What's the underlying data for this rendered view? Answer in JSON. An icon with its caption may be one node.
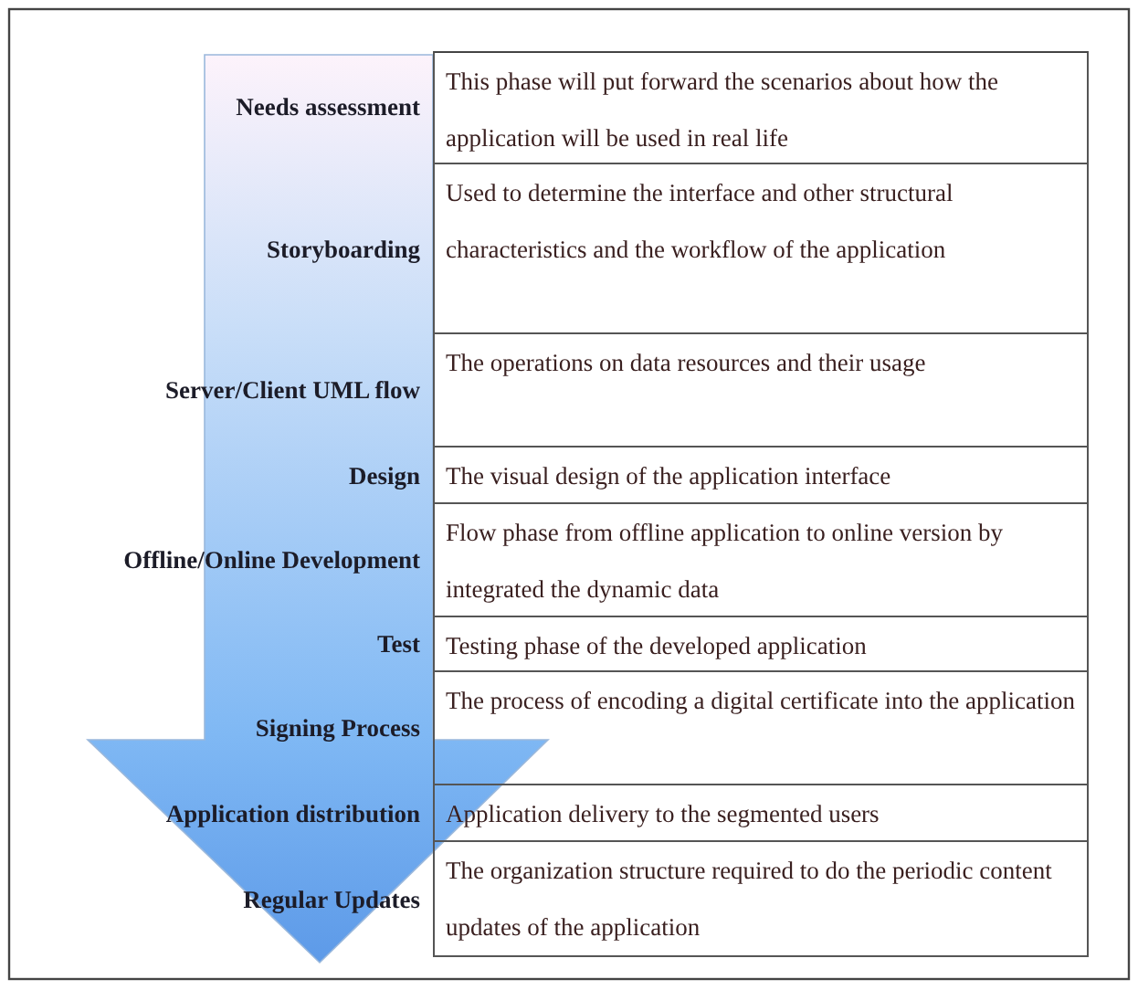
{
  "diagram": {
    "labels": [
      "Needs assessment",
      "This phase will put forward the scenarios about how the application will be used in real life",
      "Storyboarding",
      "Used to determine the interface and other structural characteristics and the workflow of the application",
      "Server/Client UML flow",
      "The operations on data resources and their usage",
      "Design",
      "The visual design of the application interface",
      "Offline/Online Development",
      "Flow phase from offline application to online version by integrated the dynamic data",
      "Test",
      "Testing phase of the developed application",
      "Signing Process",
      "The process of encoding a digital certificate into the application",
      "Application distribution",
      "Application delivery to the segmented users",
      "Regular Updates",
      "The organization structure required to do the periodic content updates of the application"
    ]
  }
}
